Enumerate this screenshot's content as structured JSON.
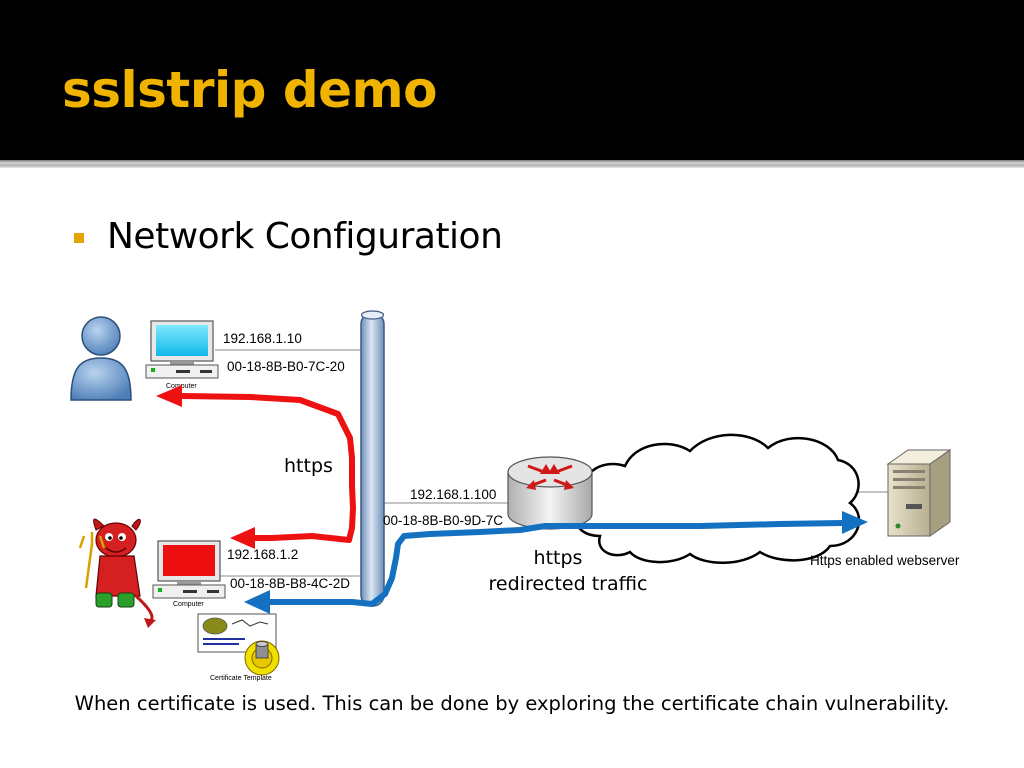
{
  "slide": {
    "title": "sslstrip demo",
    "bullet": "Network Configuration",
    "caption": "When certificate is used. This can be done by exploring the certificate chain vulnerability."
  },
  "diagram": {
    "victim": {
      "ip": "192.168.1.10",
      "mac": "00-18-8B-B0-7C-20",
      "device_label": "Computer"
    },
    "attacker": {
      "ip": "192.168.1.2",
      "mac": "00-18-8B-B8-4C-2D",
      "device_label": "Computer"
    },
    "router": {
      "ip": "192.168.1.100",
      "mac": "00-18-8B-B0-9D-7C"
    },
    "certificate_label": "Certificate Template",
    "server_label": "Https enabled webserver",
    "https_label": "https",
    "redirect_line1": "https",
    "redirect_line2": "redirected traffic"
  },
  "colors": {
    "title": "#F0B400",
    "bullet": "#E6A400",
    "https_arrow": "#EE1111",
    "redirect_arrow": "#1470C0",
    "bus": "#9DB8D8"
  }
}
